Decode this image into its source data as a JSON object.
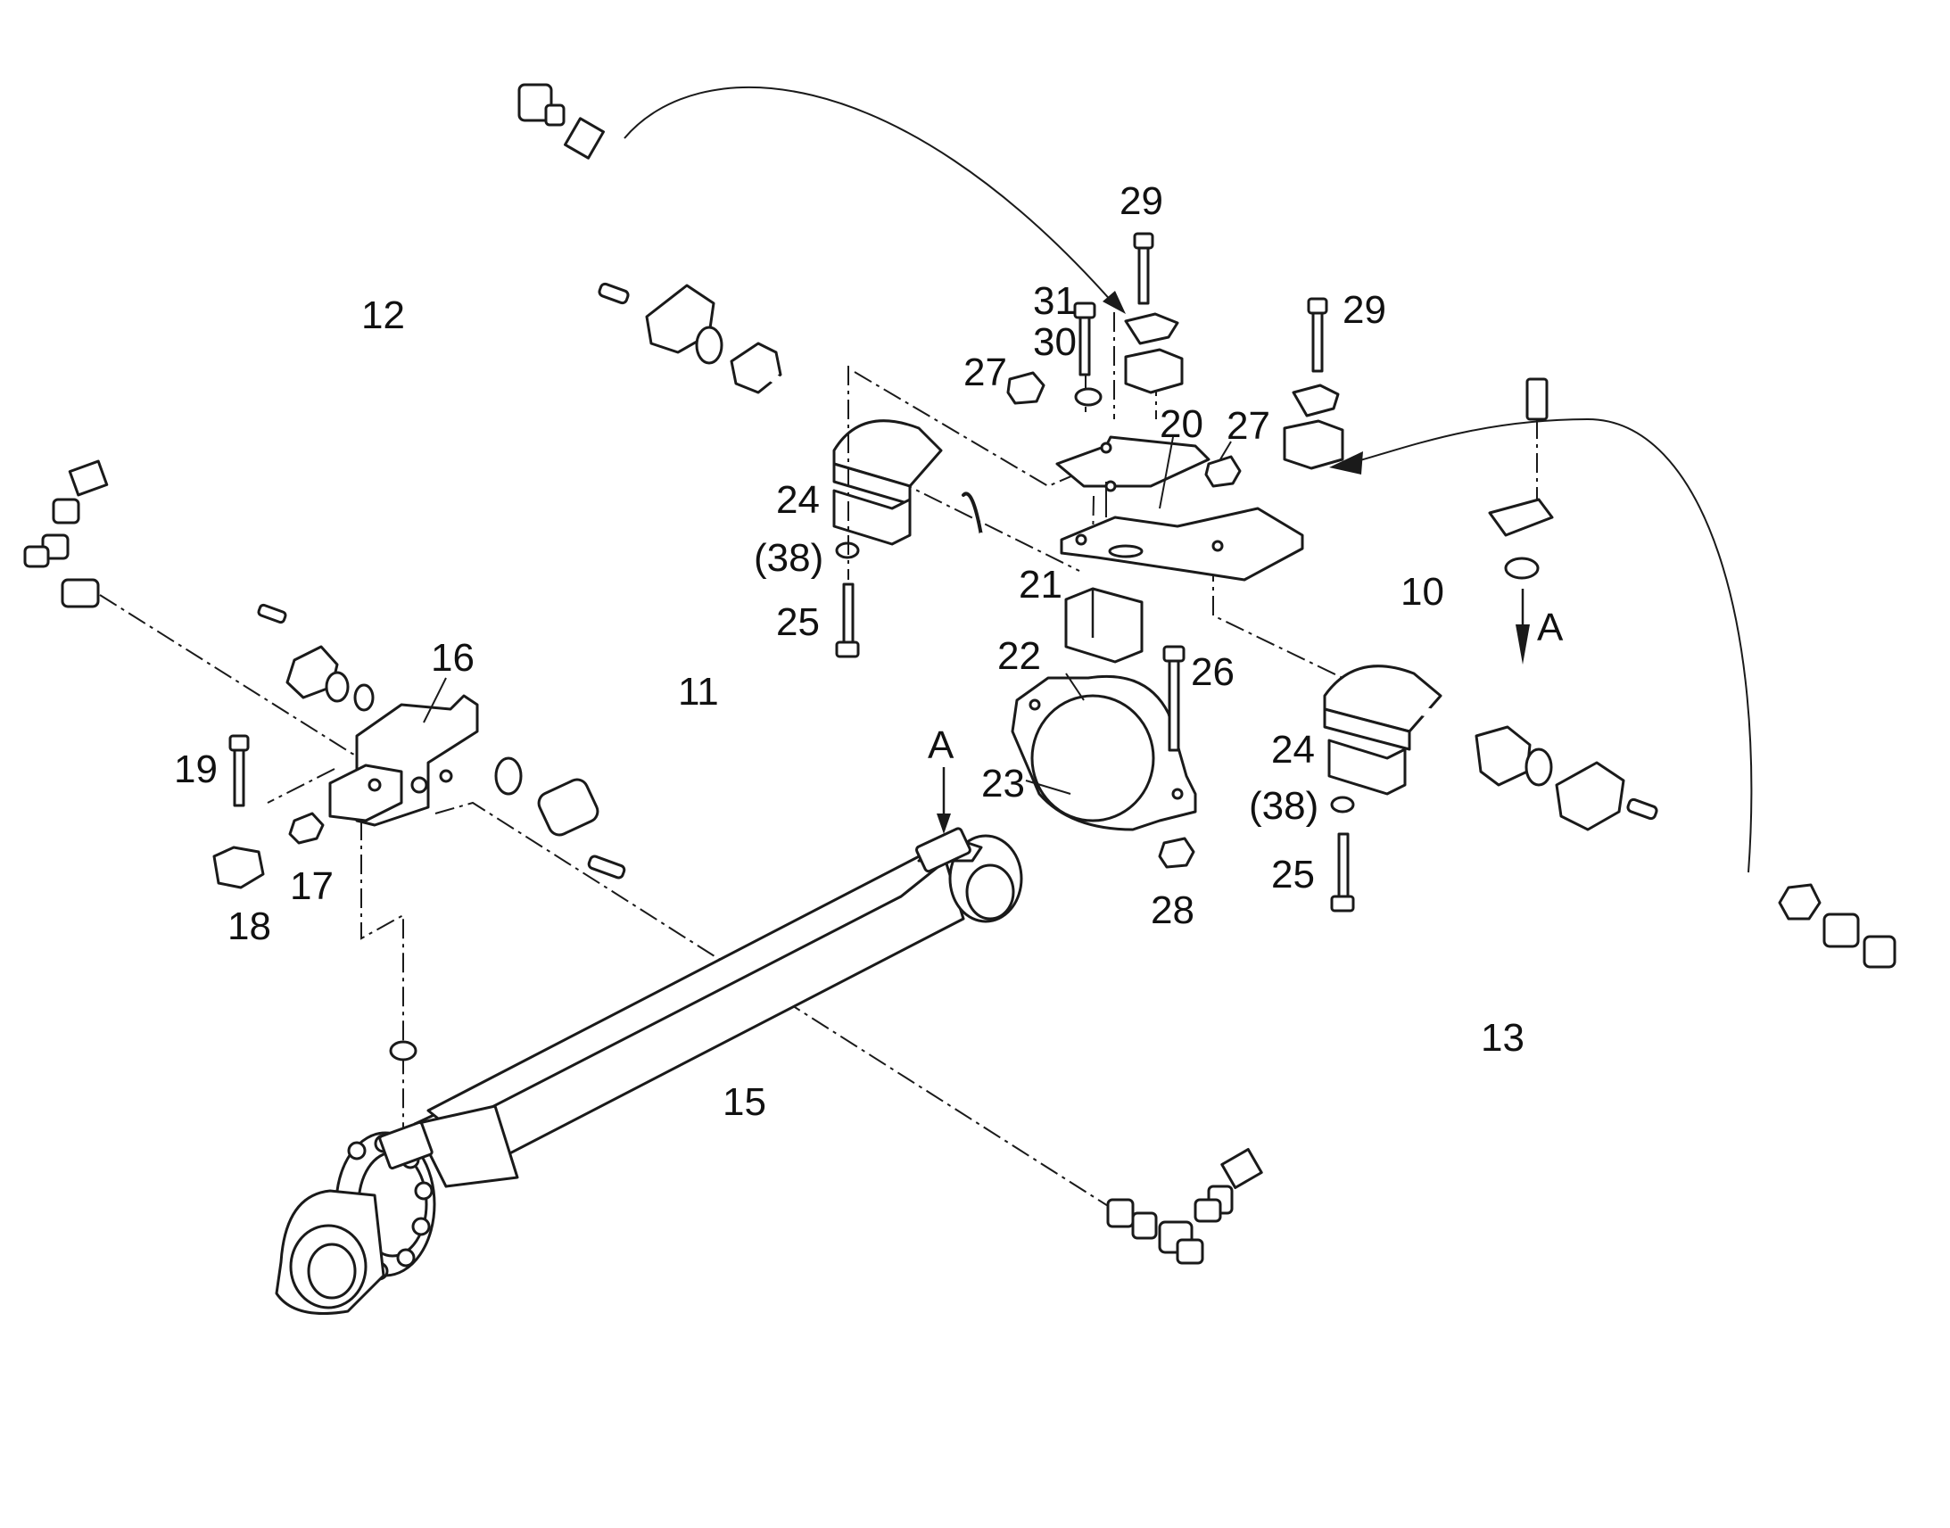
{
  "callouts": {
    "p10": "10",
    "p11": "11",
    "p12": "12",
    "p13": "13",
    "p15": "15",
    "p16": "16",
    "p17": "17",
    "p18": "18",
    "p19": "19",
    "p20": "20",
    "p21": "21",
    "p22": "22",
    "p23": "23",
    "p24a": "24",
    "p24b": "24",
    "p25a": "25",
    "p25b": "25",
    "p26": "26",
    "p27a": "27",
    "p27b": "27",
    "p28": "28",
    "p29a": "29",
    "p29b": "29",
    "p30": "30",
    "p31": "31",
    "p38a": "(38)",
    "p38b": "(38)"
  },
  "view_markers": {
    "a_top": "A",
    "a_right": "A"
  }
}
